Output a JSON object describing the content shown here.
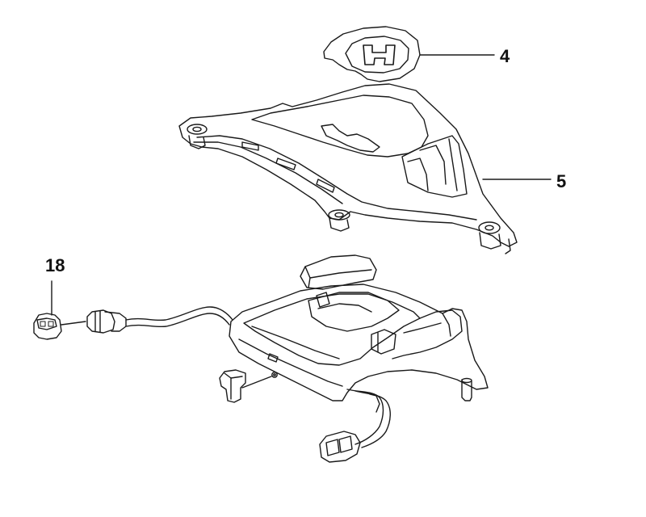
{
  "callouts": {
    "part_4": "4",
    "part_5": "5",
    "part_18": "18"
  },
  "colors": {
    "stroke": "#1a1a1a",
    "background": "#ffffff"
  }
}
